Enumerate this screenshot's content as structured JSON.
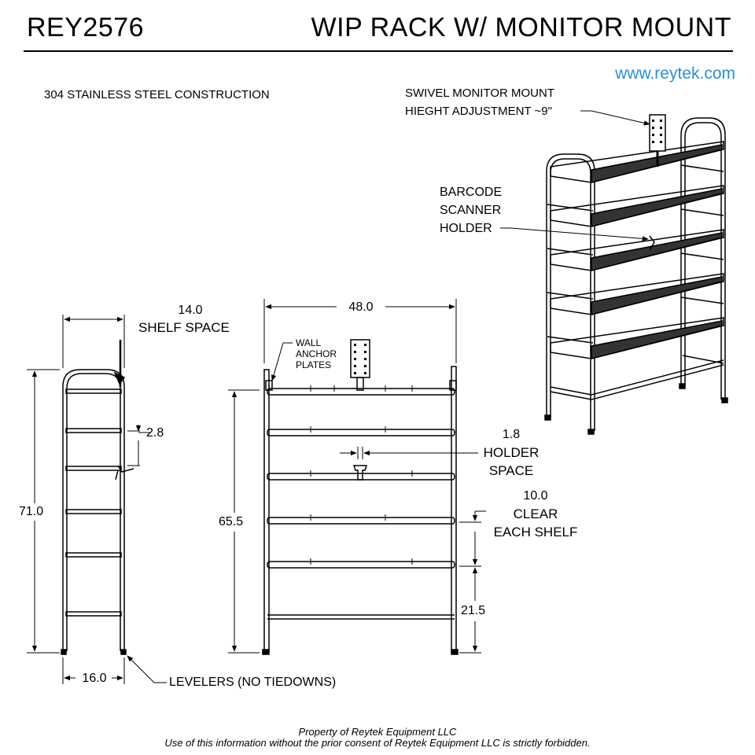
{
  "header": {
    "model": "REY2576",
    "title": "WIP RACK W/ MONITOR MOUNT",
    "website": "www.reytek.com"
  },
  "notes": {
    "material": "304 STAINLESS STEEL CONSTRUCTION",
    "monitor_mount_1": "SWIVEL MONITOR MOUNT",
    "monitor_mount_2": "HIEGHT ADJUSTMENT ~9\"",
    "barcode_1": "BARCODE",
    "barcode_2": "SCANNER",
    "barcode_3": "HOLDER",
    "wall_anchor_1": "WALL",
    "wall_anchor_2": "ANCHOR",
    "wall_anchor_3": "PLATES",
    "levelers": "LEVELERS (NO TIEDOWNS)"
  },
  "dimensions": {
    "shelf_space_value": "14.0",
    "shelf_space_label": "SHELF SPACE",
    "overall_width": "48.0",
    "shelf_pitch": "2.8",
    "overall_height": "71.0",
    "frame_height": "65.5",
    "depth": "16.0",
    "holder_space_value": "1.8",
    "holder_space_label_1": "HOLDER",
    "holder_space_label_2": "SPACE",
    "clear_value": "10.0",
    "clear_label_1": "CLEAR",
    "clear_label_2": "EACH SHELF",
    "bottom_clear": "21.5"
  },
  "footer": {
    "line1": "Property of Reytek Equipment LLC",
    "line2": "Use of this information without the prior consent of Reytek Equipment LLC is strictly forbidden."
  }
}
